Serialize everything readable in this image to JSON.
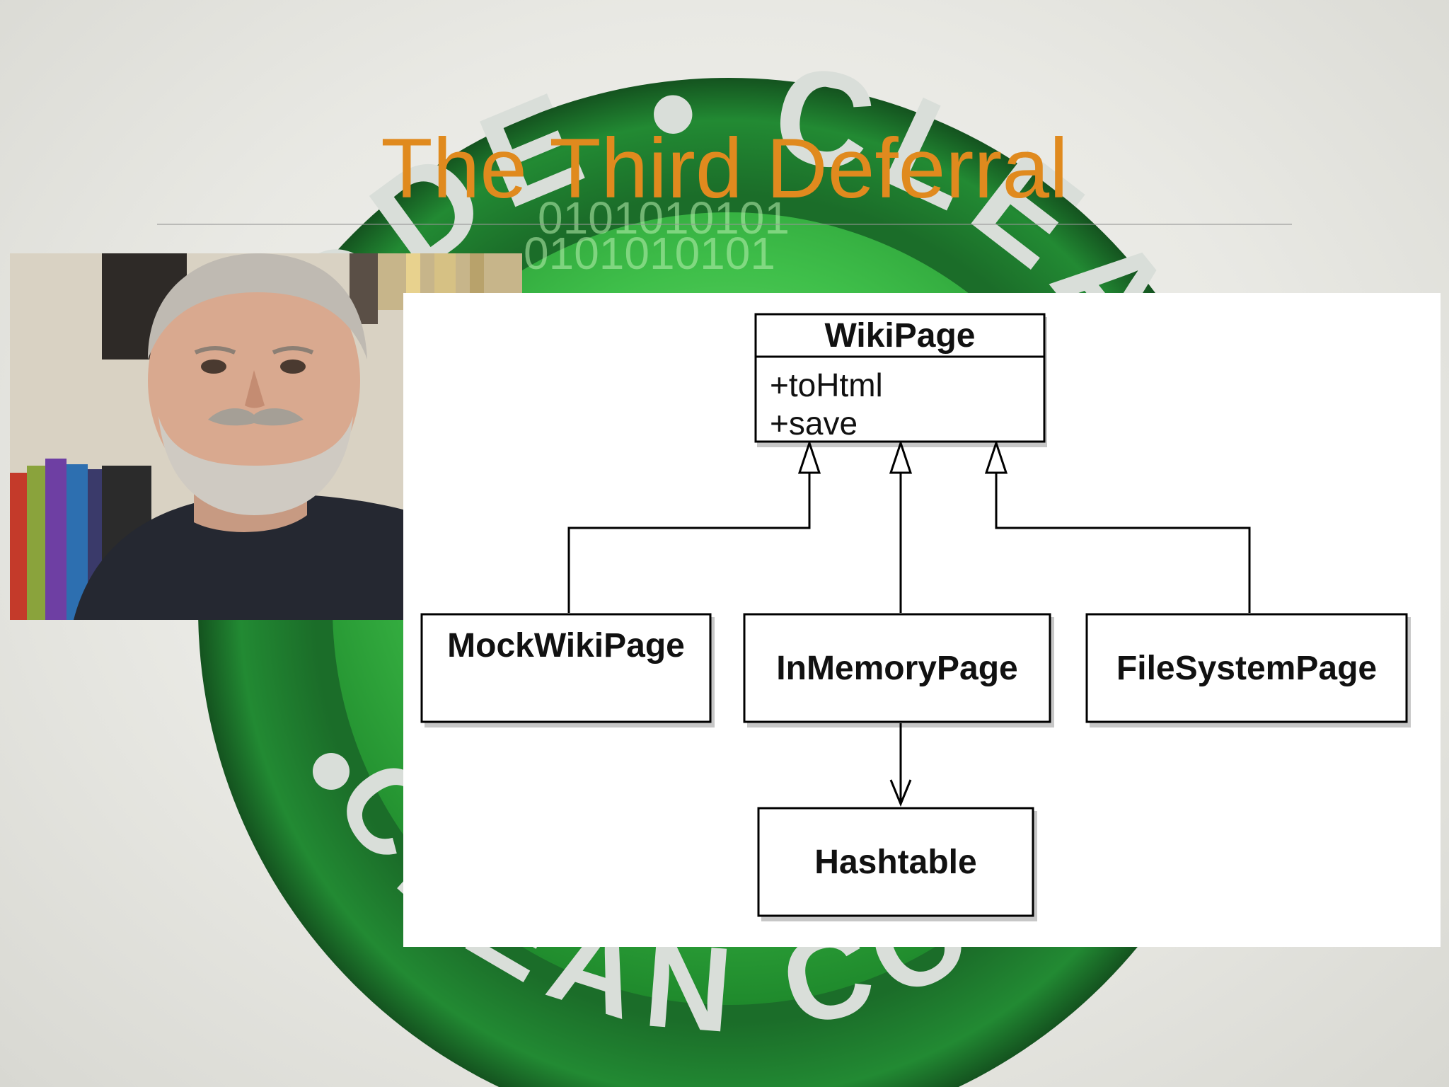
{
  "slide": {
    "title": "The Third Deferral",
    "title_color": "#e08a1e",
    "background_emblem": {
      "ring_color": "#1f7a2e",
      "center_color": "#3fbf4a",
      "top_text": "CODE • CLEAN",
      "bottom_text": "CLEAN CODE",
      "binary_text": "0101010101"
    }
  },
  "photo": {
    "description": "portrait-photo"
  },
  "diagram": {
    "classes": {
      "wikipage": {
        "name": "WikiPage",
        "members": [
          "+toHtml",
          "+save"
        ]
      },
      "mockwikipage": {
        "name": "MockWikiPage"
      },
      "inmemorypage": {
        "name": "InMemoryPage"
      },
      "filesystempage": {
        "name": "FileSystemPage"
      },
      "hashtable": {
        "name": "Hashtable"
      }
    },
    "relations": [
      {
        "from": "MockWikiPage",
        "to": "WikiPage",
        "type": "inheritance"
      },
      {
        "from": "InMemoryPage",
        "to": "WikiPage",
        "type": "inheritance"
      },
      {
        "from": "FileSystemPage",
        "to": "WikiPage",
        "type": "inheritance"
      },
      {
        "from": "InMemoryPage",
        "to": "Hashtable",
        "type": "association"
      }
    ]
  }
}
